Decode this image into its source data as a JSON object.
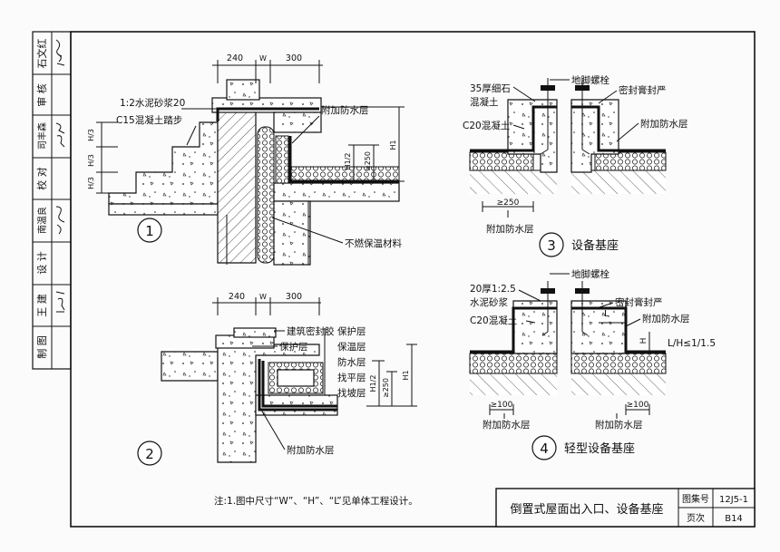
{
  "side_block": {
    "rows": [
      {
        "role": "审核",
        "name": "石文红",
        "sign": "石文红"
      },
      {
        "role": "审核",
        "name": "",
        "sign": ""
      },
      {
        "role": "审 核",
        "name": "司丰森",
        "sign": "司丰森"
      },
      {
        "role": "校 对",
        "name": "",
        "sign": ""
      },
      {
        "role": "",
        "name": "南温良",
        "sign": "南温良"
      },
      {
        "role": "设 计",
        "name": "",
        "sign": ""
      },
      {
        "role": "",
        "name": "王建",
        "sign": "王建"
      },
      {
        "role": "制 图",
        "name": "",
        "sign": ""
      }
    ],
    "labels": {
      "r1": "石文红",
      "r2": "审 核",
      "r3": "司丰森",
      "r4": "校 对",
      "r5": "南温良",
      "r6": "设 计",
      "r7": "王 建",
      "r8": "制 图"
    }
  },
  "detail1": {
    "number": "1",
    "dim_left": "240",
    "dim_w": "W",
    "dim_right": "300",
    "label_mortar": "1:2水泥砂浆20",
    "label_step": "C15混凝土踏步",
    "label_extra_waterproof": "附加防水层",
    "label_insulation": "不燃保温材料",
    "h3_a": "H/3",
    "h3_b": "H/3",
    "h3_c": "H/3",
    "h1_2": "H1/2",
    "ge250": "≥250",
    "h1": "H1"
  },
  "detail2": {
    "number": "2",
    "dim_left": "240",
    "dim_w": "W",
    "dim_right": "300",
    "label_sealant": "建筑密封胶",
    "label_protect": "保护层",
    "layers": [
      "保护层",
      "保温层",
      "防水层",
      "找平层",
      "找坡层"
    ],
    "label_extra_waterproof": "附加防水层",
    "h1_2": "H1/2",
    "ge250": "≥250",
    "h1": "H1"
  },
  "detail3": {
    "number": "3",
    "title": "设备基座",
    "label_bolt": "地脚螺栓",
    "label_fine_stone_1": "35厚细石",
    "label_fine_stone_2": "混凝土",
    "label_c20": "C20混凝土",
    "label_sealant": "密封膏封严",
    "label_extra_waterproof": "附加防水层",
    "dim_ge250": "≥250",
    "label_extra_bottom": "附加防水层"
  },
  "detail4": {
    "number": "4",
    "title": "轻型设备基座",
    "label_bolt": "地脚螺栓",
    "label_mortar_1": "20厚1:2.5",
    "label_mortar_2": "水泥砂浆",
    "label_c20": "C20混凝土",
    "label_sealant": "密封膏封严",
    "label_extra_waterproof": "附加防水层",
    "label_L": "L",
    "label_H": "H",
    "ratio": "L/H≤1/1.5",
    "dim_ge100_a": "≥100",
    "dim_ge100_b": "≥100",
    "label_extra_a": "附加防水层",
    "label_extra_b": "附加防水层"
  },
  "note": "注:1.图中尺寸“W”、“H”、“L”见单体工程设计。",
  "title_block": {
    "title": "倒置式屋面出入口、设备基座",
    "atlas_label": "图集号",
    "atlas_value": "12J5-1",
    "page_label": "页次",
    "page_value": "B14"
  }
}
